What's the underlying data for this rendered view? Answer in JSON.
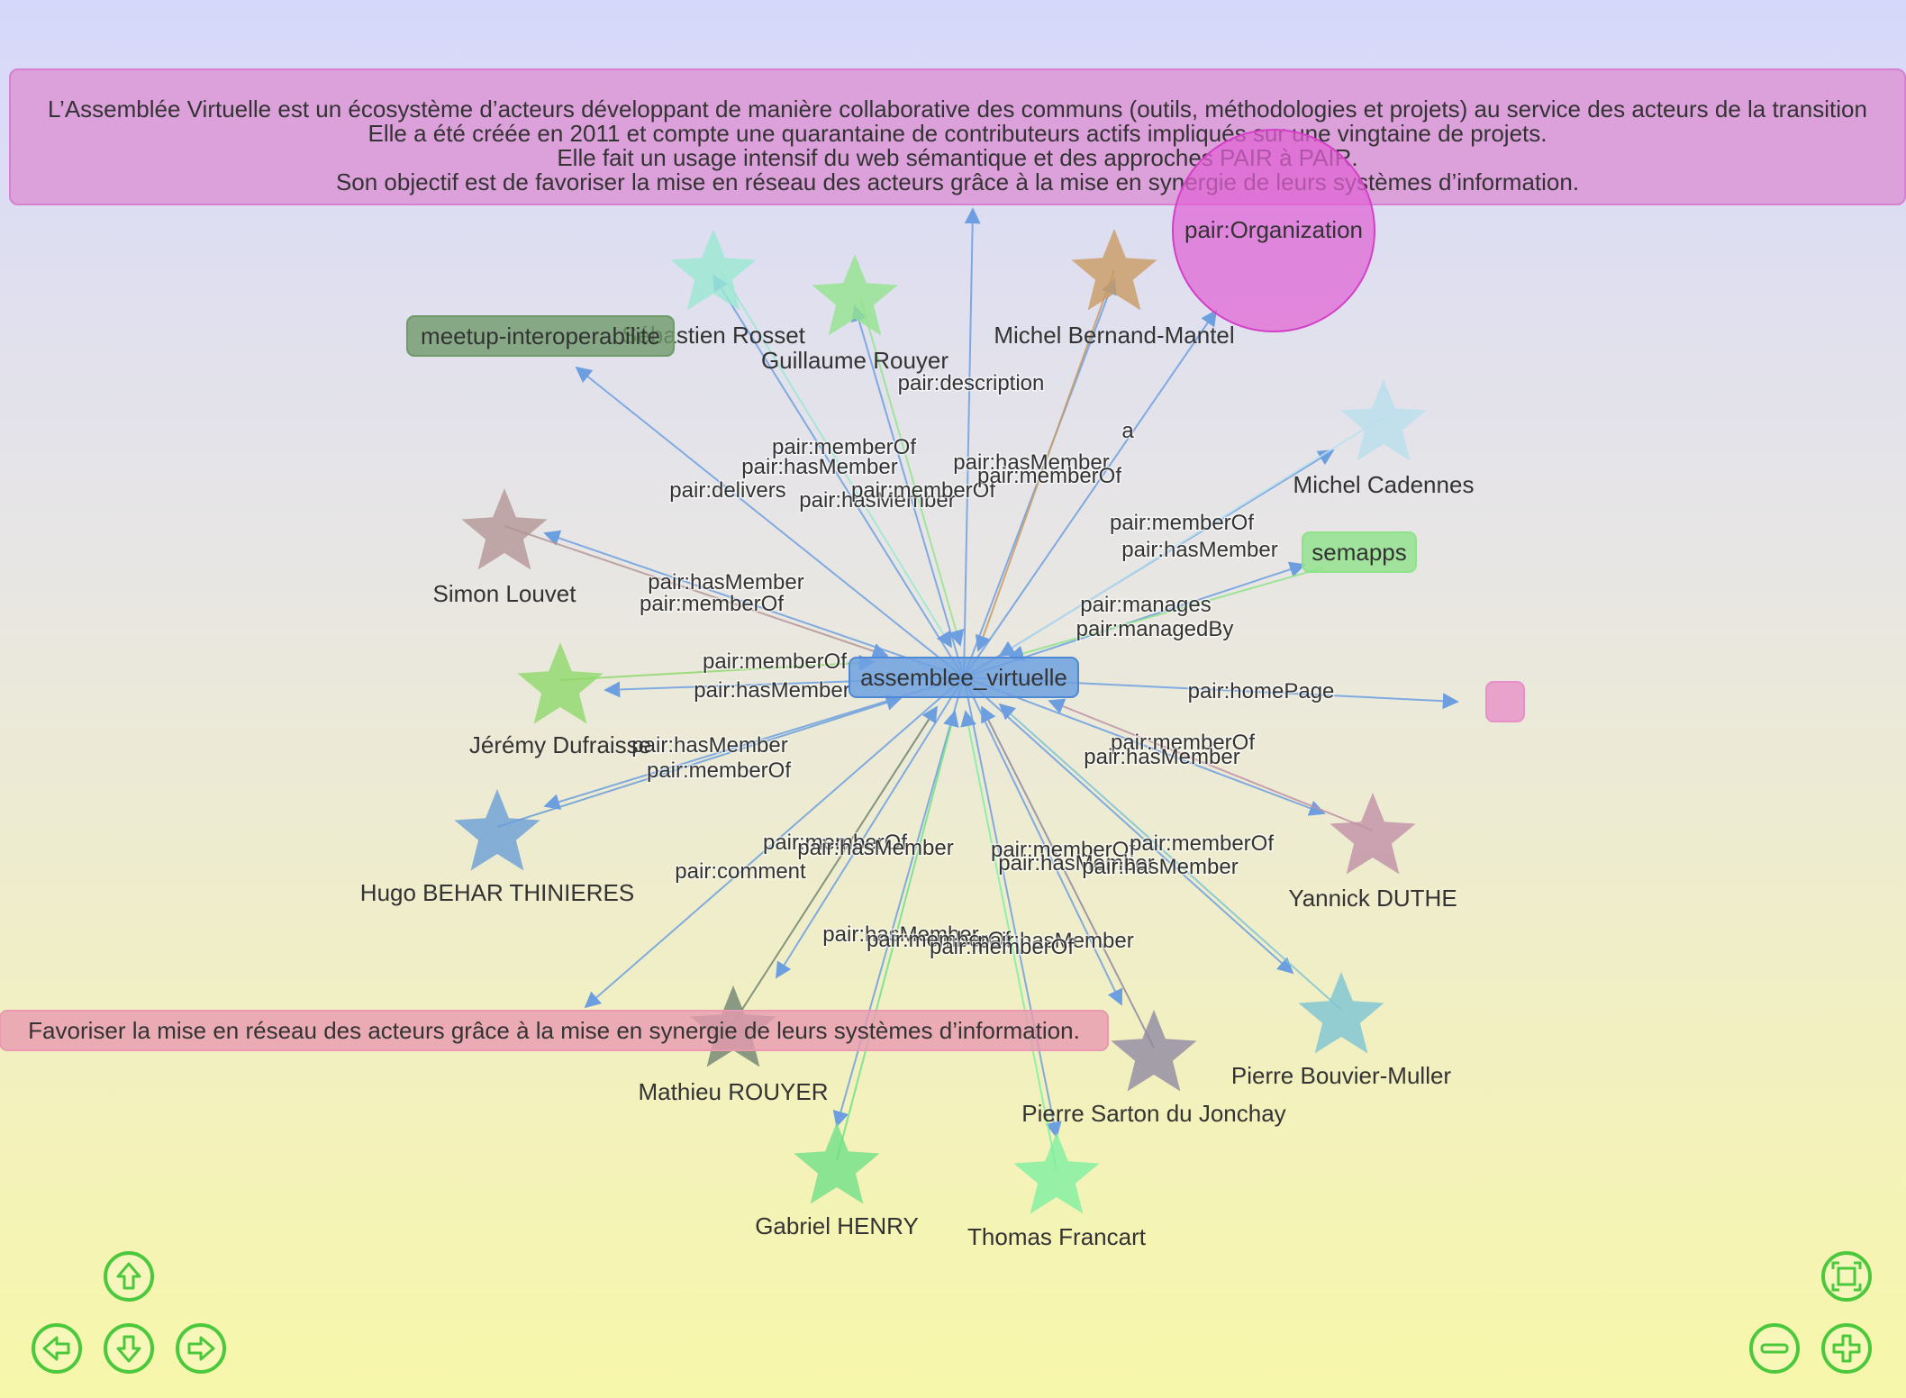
{
  "description": {
    "lines": [
      "L’Assemblée Virtuelle est un écosystème d’acteurs développant de manière collaborative des communs (outils, méthodologies et projets) au service des acteurs de la transition",
      "Elle a été créée en 2011 et compte une quarantaine de contributeurs actifs impliqués sur une vingtaine de projets.",
      "Elle fait un usage intensif du web sémantique et des approches PAIR à PAIR.",
      "Son objectif est de favoriser la mise en réseau des acteurs grâce à la mise en synergie de leurs systèmes d’information."
    ]
  },
  "graph": {
    "center": {
      "label": "assemblee_virtuelle",
      "color": "#6fa1e0"
    },
    "nodes": [
      {
        "id": "organization",
        "shape": "circle",
        "label": "pair:Organization",
        "color": "#e063d4"
      },
      {
        "id": "meetup",
        "shape": "box",
        "label": "meetup-interoperabilite",
        "color": "#6f9a6a"
      },
      {
        "id": "semapps",
        "shape": "box",
        "label": "semapps",
        "color": "#8ee28a"
      },
      {
        "id": "homepage",
        "shape": "box",
        "label": "",
        "color": "#e790c8"
      },
      {
        "id": "objective",
        "shape": "box",
        "label": "Favoriser la mise en réseau des acteurs grâce à la mise en synergie de leurs systèmes d’information.",
        "color": "#e99ab0"
      },
      {
        "id": "sebastien",
        "shape": "star",
        "label": "Sébastien Rosset",
        "color": "#9ae8d2"
      },
      {
        "id": "guillaume",
        "shape": "star",
        "label": "Guillaume Rouyer",
        "color": "#94e48e"
      },
      {
        "id": "michelb",
        "shape": "star",
        "label": "Michel Bernand-Mantel",
        "color": "#c99a62"
      },
      {
        "id": "michelc",
        "shape": "star",
        "label": "Michel Cadennes",
        "color": "#b8dfec"
      },
      {
        "id": "simon",
        "shape": "star",
        "label": "Simon Louvet",
        "color": "#b49596"
      },
      {
        "id": "jeremy",
        "shape": "star",
        "label": "Jérémy Dufraisse",
        "color": "#8ed86c"
      },
      {
        "id": "hugo",
        "shape": "star",
        "label": "Hugo BEHAR THINIERES",
        "color": "#6a9fd8"
      },
      {
        "id": "yannick",
        "shape": "star",
        "label": "Yannick DUTHE",
        "color": "#c090a8"
      },
      {
        "id": "pierreb",
        "shape": "star",
        "label": "Pierre Bouvier-Muller",
        "color": "#7cc4d4"
      },
      {
        "id": "pierres",
        "shape": "star",
        "label": "Pierre Sarton du Jonchay",
        "color": "#8f8aa2"
      },
      {
        "id": "mathieu",
        "shape": "star",
        "label": "Mathieu ROUYER",
        "color": "#6e8470"
      },
      {
        "id": "gabriel",
        "shape": "star",
        "label": "Gabriel HENRY",
        "color": "#6fe088"
      },
      {
        "id": "thomas",
        "shape": "star",
        "label": "Thomas Francart",
        "color": "#7ef0a2"
      }
    ],
    "edge_labels": [
      "pair:description",
      "a",
      "pair:delivers",
      "pair:homePage",
      "pair:comment",
      "pair:manages",
      "pair:managedBy",
      "pair:memberOf",
      "pair:hasMember"
    ]
  },
  "controls": {
    "up": "arrow-up",
    "left": "arrow-left",
    "down": "arrow-down",
    "right": "arrow-right",
    "fit": "fit-screen",
    "zoom_out": "minus",
    "zoom_in": "plus"
  },
  "colors": {
    "edge": "#6d9fe0",
    "control": "#4cc83c"
  }
}
